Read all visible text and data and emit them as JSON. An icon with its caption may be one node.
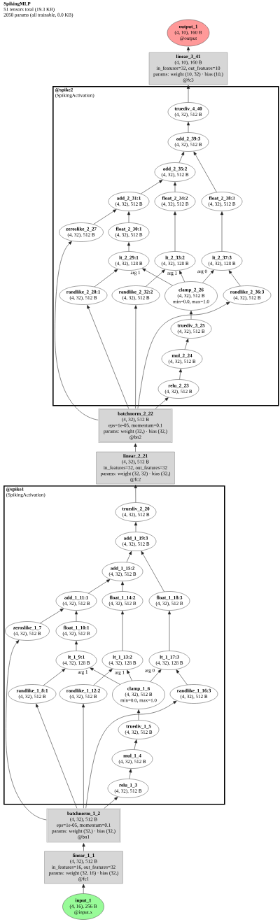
{
  "diagram": {
    "title": "SpikingMLP",
    "labels": [
      "51 tensors total (19.3 KB)",
      "2058 params (all trainable, 8.0 KB)"
    ],
    "nodes": [
      {
        "text": [
          "output_1",
          "(4, 10), 160 B",
          "@output"
        ]
      },
      {
        "text": [
          "linear_3_41",
          "(4, 10), 160 B",
          "in_features=32, out_features=10",
          "params: weight (10, 32) · bias (10,)",
          "@fc3"
        ]
      },
      {
        "text": [
          "@spike2",
          "(SpikingActivation)"
        ]
      },
      {
        "text": [
          "truediv_4_40",
          "(4, 32), 512 B"
        ],
        "in": 2
      },
      {
        "text": [
          "add_2_39:3",
          "(4, 32), 512 B"
        ],
        "in": 2
      },
      {
        "text": [
          "add_2_35:2",
          "(4, 32), 512 B"
        ],
        "in": 2
      },
      {
        "text": [
          "add_2_31:1",
          "(4, 32), 512 B"
        ],
        "in": 2
      },
      {
        "text": [
          "float_2_34:2",
          "(4, 32), 512 B"
        ],
        "in": 2
      },
      {
        "text": [
          "float_2_38:3",
          "(4, 32), 512 B"
        ],
        "in": 2
      },
      {
        "text": [
          "zeroslike_2_27",
          "(4, 32), 512 B"
        ],
        "in": 2
      },
      {
        "text": [
          "float_2_30:1",
          "(4, 32), 512 B"
        ],
        "in": 2
      },
      {
        "text": [
          "lt_2_29:1",
          "(4, 32), 128 B"
        ],
        "in": 2
      },
      {
        "text": [
          "lt_2_33:2",
          "(4, 32), 128 B"
        ],
        "in": 2
      },
      {
        "text": [
          "lt_2_37:3",
          "(4, 32), 128 B"
        ],
        "in": 2
      },
      {
        "text": [
          "randlike_2_28:1",
          "(4, 32), 512 B"
        ],
        "in": 2
      },
      {
        "text": [
          "randlike_2_32:2",
          "(4, 32), 512 B"
        ],
        "in": 2
      },
      {
        "text": [
          "clamp_2_26",
          "(4, 32), 512 B",
          "min=0.0, max=1.0"
        ],
        "in": 2
      },
      {
        "text": [
          "randlike_2_36:3",
          "(4, 32), 512 B"
        ],
        "in": 2
      },
      {
        "text": [
          "truediv_3_25",
          "(4, 32), 512 B"
        ],
        "in": 2
      },
      {
        "text": [
          "mul_2_24",
          "(4, 32), 512 B"
        ],
        "in": 2
      },
      {
        "text": [
          "relu_2_23",
          "(4, 32), 512 B"
        ],
        "in": 2
      },
      {
        "text": [
          "batchnorm_2_22",
          "(4, 32), 512 B",
          "eps=1e-05, momentum=0.1",
          "params: weight (32,) · bias (32,)",
          "@bn2"
        ]
      },
      {
        "text": [
          "linear_2_21",
          "(4, 32), 512 B",
          "in_features=32, out_features=32",
          "params: weight (32, 32) · bias (32,)",
          "@fc2"
        ]
      },
      {
        "text": [
          "@spike1",
          "(SpikingActivation)"
        ]
      },
      {
        "text": [
          "truediv_2_20",
          "(4, 32), 512 B"
        ],
        "in": 23
      },
      {
        "text": [
          "add_1_19:3",
          "(4, 32), 512 B"
        ],
        "in": 23
      },
      {
        "text": [
          "add_1_15:2",
          "(4, 32), 512 B"
        ],
        "in": 23
      },
      {
        "text": [
          "add_1_11:1",
          "(4, 32), 512 B"
        ],
        "in": 23
      },
      {
        "text": [
          "float_1_14:2",
          "(4, 32), 512 B"
        ],
        "in": 23
      },
      {
        "text": [
          "float_1_18:3",
          "(4, 32), 512 B"
        ],
        "in": 23
      },
      {
        "text": [
          "zeroslike_1_7",
          "(4, 32), 512 B"
        ],
        "in": 23
      },
      {
        "text": [
          "float_1_10:1",
          "(4, 32), 512 B"
        ],
        "in": 23
      },
      {
        "text": [
          "lt_1_9:1",
          "(4, 32), 128 B"
        ],
        "in": 23
      },
      {
        "text": [
          "lt_1_13:2",
          "(4, 32), 128 B"
        ],
        "in": 23
      },
      {
        "text": [
          "lt_1_17:3",
          "(4, 32), 128 B"
        ],
        "in": 23
      },
      {
        "text": [
          "randlike_1_8:1",
          "(4, 32), 512 B"
        ],
        "in": 23
      },
      {
        "text": [
          "randlike_1_12:2",
          "(4, 32), 512 B"
        ],
        "in": 23
      },
      {
        "text": [
          "clamp_1_6",
          "(4, 32), 512 B",
          "min=0.0, max=1.0"
        ],
        "in": 23
      },
      {
        "text": [
          "randlike_1_16:3",
          "(4, 32), 512 B"
        ],
        "in": 23
      },
      {
        "text": [
          "truediv_1_5",
          "(4, 32), 512 B"
        ],
        "in": 23
      },
      {
        "text": [
          "mul_1_4",
          "(4, 32), 512 B"
        ],
        "in": 23
      },
      {
        "text": [
          "relu_1_3",
          "(4, 32), 512 B"
        ],
        "in": 23
      },
      {
        "text": [
          "batchnorm_1_2",
          "(4, 32), 512 B",
          "eps=1e-05, momentum=0.1",
          "params: weight (32,) · bias (32,)",
          "@bn1"
        ]
      },
      {
        "text": [
          "linear_1_1",
          "(4, 32), 512 B",
          "in_features=16, out_features=32",
          "params: weight (32, 16) · bias (32,)",
          "@fc1"
        ]
      },
      {
        "text": [
          "input_1",
          "(4, 16), 256 B",
          "@input.x"
        ]
      }
    ],
    "edges": [
      {
        "from": 44,
        "to": 43,
        "arrow": "to"
      },
      {
        "from": 43,
        "to": 42,
        "arrow": "to"
      },
      {
        "from": 42,
        "to": 41,
        "arrow": "to"
      },
      {
        "from": 42,
        "to": 35,
        "arrow": "to"
      },
      {
        "from": 42,
        "to": 36,
        "arrow": "to"
      },
      {
        "from": 42,
        "to": 38,
        "arrow": "to"
      },
      {
        "from": 42,
        "to": 30,
        "arrow": "to"
      },
      {
        "from": 41,
        "to": 40,
        "arrow": "to"
      },
      {
        "from": 40,
        "to": 39,
        "arrow": "to"
      },
      {
        "from": 39,
        "to": 37,
        "arrow": "to"
      },
      {
        "from": 35,
        "to": 32,
        "arrow": "to"
      },
      {
        "from": 37,
        "to": 32,
        "arrow": "to",
        "label": "arg 1"
      },
      {
        "from": 36,
        "to": 33,
        "arrow": "to"
      },
      {
        "from": 37,
        "to": 33,
        "arrow": "to",
        "label": "arg 1"
      },
      {
        "from": 37,
        "to": 34,
        "arrow": "to",
        "label": "arg 0"
      },
      {
        "from": 38,
        "to": 34,
        "arrow": "to"
      },
      {
        "from": 32,
        "to": 31,
        "arrow": "to"
      },
      {
        "from": 33,
        "to": 28,
        "arrow": "to"
      },
      {
        "from": 34,
        "to": 29,
        "arrow": "to"
      },
      {
        "from": 30,
        "to": 27,
        "arrow": "to"
      },
      {
        "from": 31,
        "to": 27,
        "arrow": "to"
      },
      {
        "from": 27,
        "to": 26,
        "arrow": "to"
      },
      {
        "from": 28,
        "to": 26,
        "arrow": "to"
      },
      {
        "from": 26,
        "to": 25,
        "arrow": "to"
      },
      {
        "from": 29,
        "to": 25,
        "arrow": "to"
      },
      {
        "from": 25,
        "to": 24,
        "arrow": "to"
      },
      {
        "from": 24,
        "to": 22,
        "arrow": "to"
      },
      {
        "from": 22,
        "to": 21,
        "arrow": "to"
      },
      {
        "from": 21,
        "to": 20,
        "arrow": "to"
      },
      {
        "from": 21,
        "to": 14,
        "arrow": "to"
      },
      {
        "from": 21,
        "to": 15,
        "arrow": "to"
      },
      {
        "from": 21,
        "to": 17,
        "arrow": "to"
      },
      {
        "from": 21,
        "to": 9,
        "arrow": "to"
      },
      {
        "from": 20,
        "to": 19,
        "arrow": "to"
      },
      {
        "from": 19,
        "to": 18,
        "arrow": "to"
      },
      {
        "from": 18,
        "to": 16,
        "arrow": "to"
      },
      {
        "from": 14,
        "to": 11,
        "arrow": "to"
      },
      {
        "from": 16,
        "to": 11,
        "arrow": "to",
        "label": "arg 1"
      },
      {
        "from": 15,
        "to": 12,
        "arrow": "to"
      },
      {
        "from": 16,
        "to": 12,
        "arrow": "to",
        "label": "arg 1"
      },
      {
        "from": 16,
        "to": 13,
        "arrow": "to",
        "label": "arg 0"
      },
      {
        "from": 17,
        "to": 13,
        "arrow": "to"
      },
      {
        "from": 11,
        "to": 10,
        "arrow": "to"
      },
      {
        "from": 12,
        "to": 7,
        "arrow": "to"
      },
      {
        "from": 13,
        "to": 8,
        "arrow": "to"
      },
      {
        "from": 9,
        "to": 6,
        "arrow": "to"
      },
      {
        "from": 10,
        "to": 6,
        "arrow": "to"
      },
      {
        "from": 6,
        "to": 5,
        "arrow": "to"
      },
      {
        "from": 7,
        "to": 5,
        "arrow": "to"
      },
      {
        "from": 5,
        "to": 4,
        "arrow": "to"
      },
      {
        "from": 8,
        "to": 4,
        "arrow": "to"
      },
      {
        "from": 4,
        "to": 3,
        "arrow": "to"
      },
      {
        "from": 3,
        "to": 1,
        "arrow": "to"
      },
      {
        "from": 1,
        "to": 0,
        "arrow": "to"
      }
    ]
  }
}
